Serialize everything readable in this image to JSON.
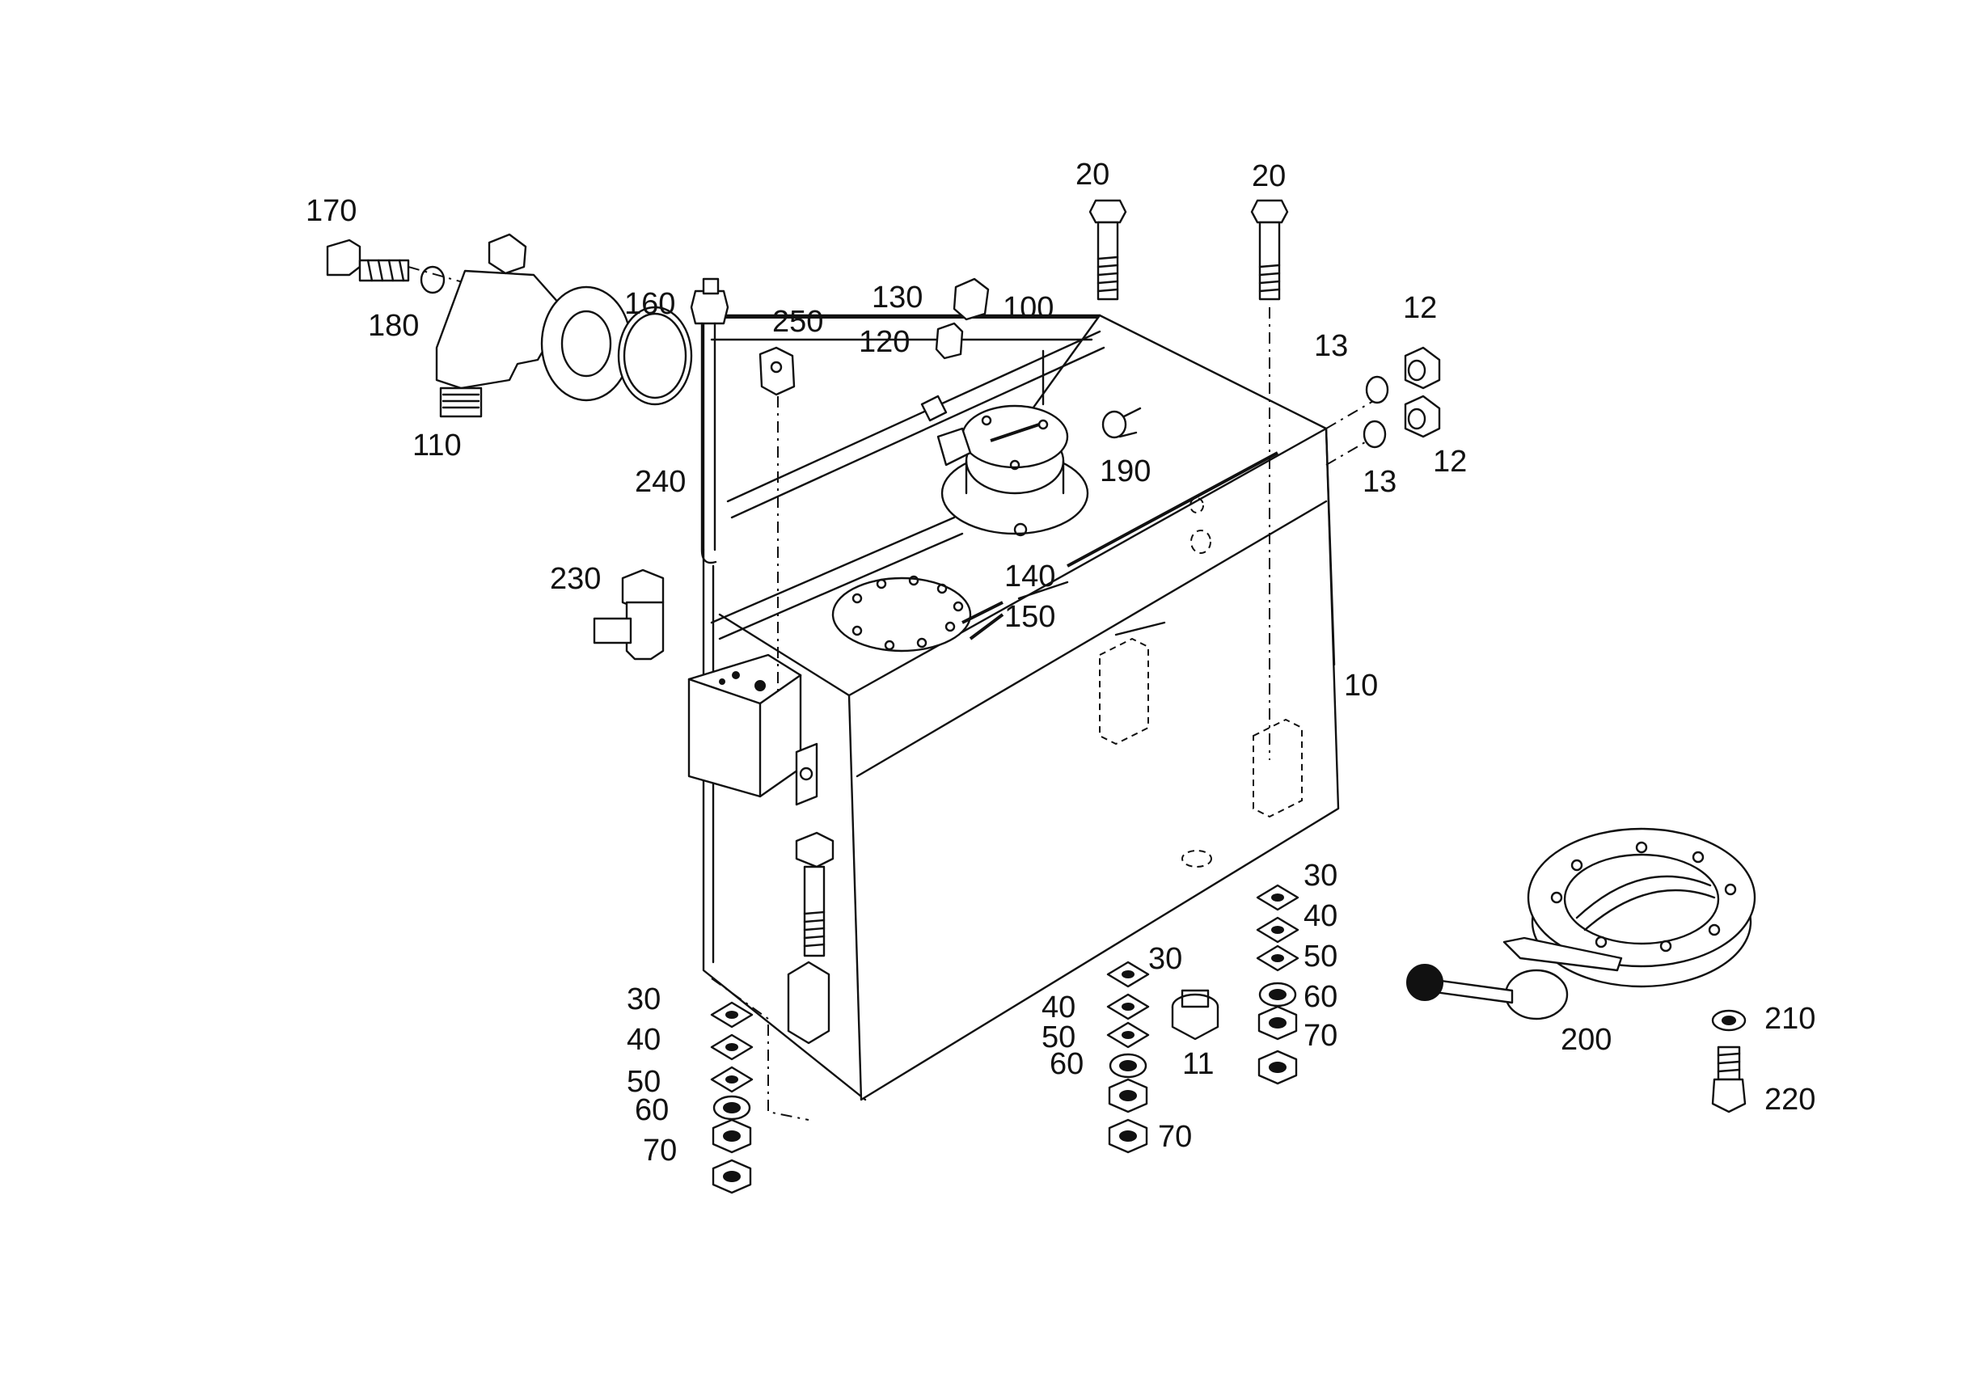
{
  "figure": {
    "callouts": [
      {
        "id": "c170",
        "text": "170"
      },
      {
        "id": "c180",
        "text": "180"
      },
      {
        "id": "c110",
        "text": "110"
      },
      {
        "id": "c160",
        "text": "160"
      },
      {
        "id": "c250",
        "text": "250"
      },
      {
        "id": "c240",
        "text": "240"
      },
      {
        "id": "c230",
        "text": "230"
      },
      {
        "id": "c130",
        "text": "130"
      },
      {
        "id": "c120",
        "text": "120"
      },
      {
        "id": "c100",
        "text": "100"
      },
      {
        "id": "c20a",
        "text": "20"
      },
      {
        "id": "c20b",
        "text": "20"
      },
      {
        "id": "c13a",
        "text": "13"
      },
      {
        "id": "c12a",
        "text": "12"
      },
      {
        "id": "c13b",
        "text": "13"
      },
      {
        "id": "c12b",
        "text": "12"
      },
      {
        "id": "c190",
        "text": "190"
      },
      {
        "id": "c140",
        "text": "140"
      },
      {
        "id": "c150",
        "text": "150"
      },
      {
        "id": "c10",
        "text": "10"
      },
      {
        "id": "c30a",
        "text": "30"
      },
      {
        "id": "c40a",
        "text": "40"
      },
      {
        "id": "c50a",
        "text": "50"
      },
      {
        "id": "c60a",
        "text": "60"
      },
      {
        "id": "c70a",
        "text": "70"
      },
      {
        "id": "c30b",
        "text": "30"
      },
      {
        "id": "c40b",
        "text": "40"
      },
      {
        "id": "c50b",
        "text": "50"
      },
      {
        "id": "c60b",
        "text": "60"
      },
      {
        "id": "c11",
        "text": "11"
      },
      {
        "id": "c70b",
        "text": "70"
      },
      {
        "id": "c30c",
        "text": "30"
      },
      {
        "id": "c40c",
        "text": "40"
      },
      {
        "id": "c50c",
        "text": "50"
      },
      {
        "id": "c60c",
        "text": "60"
      },
      {
        "id": "c70c",
        "text": "70"
      },
      {
        "id": "c200",
        "text": "200"
      },
      {
        "id": "c210",
        "text": "210"
      },
      {
        "id": "c220",
        "text": "220"
      }
    ]
  }
}
